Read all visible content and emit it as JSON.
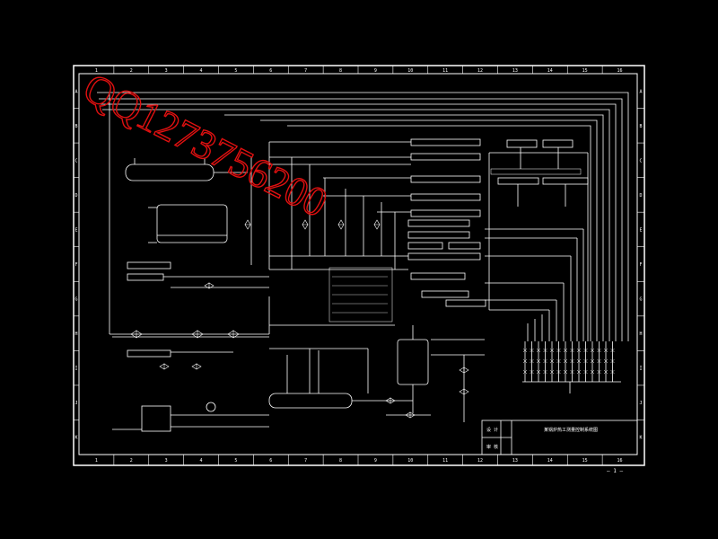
{
  "drawing": {
    "column_labels": [
      "1",
      "2",
      "3",
      "4",
      "5",
      "6",
      "7",
      "8",
      "9",
      "10",
      "11",
      "12",
      "13",
      "14",
      "15",
      "16"
    ],
    "row_labels": [
      "A",
      "B",
      "C",
      "D",
      "E",
      "F",
      "G",
      "H",
      "I",
      "J",
      "K"
    ],
    "page_marker": "— 1 —",
    "watermark": "QQ1273756200",
    "title_block": {
      "label_1": "设 计",
      "label_2": "审 核",
      "title": "某锅炉热工测量控制系统图"
    },
    "colors": {
      "background": "#000000",
      "lines": "#ffffff",
      "watermark": "#e01010"
    }
  }
}
